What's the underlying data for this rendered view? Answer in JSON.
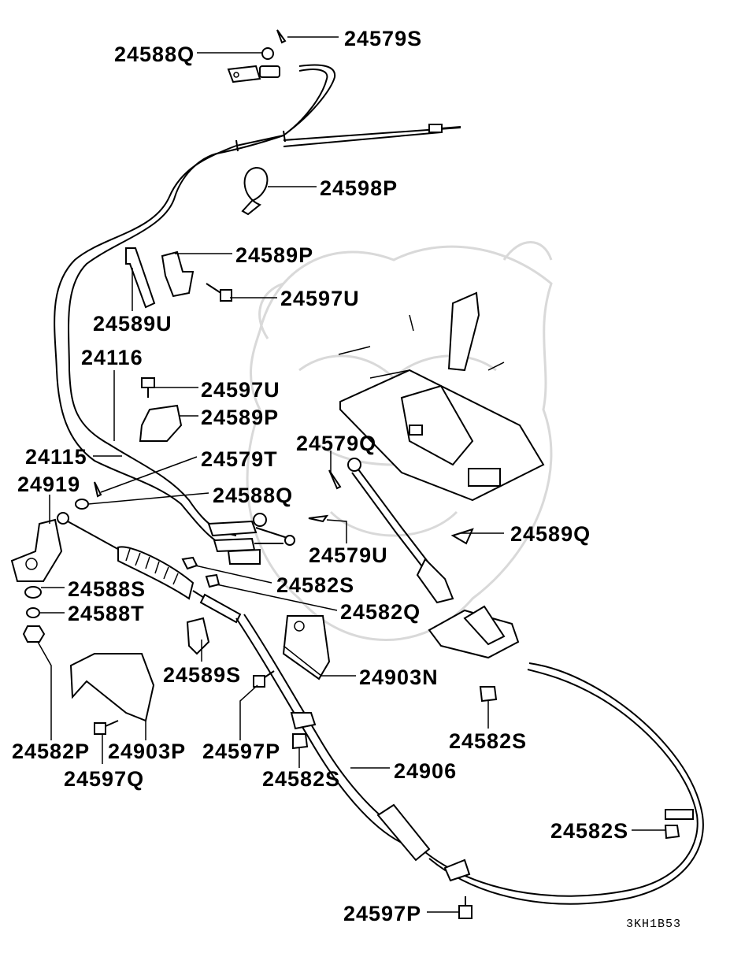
{
  "labels": {
    "l24579S": "24579S",
    "l24588Q_top": "24588Q",
    "l24598P": "24598P",
    "l24589P_top": "24589P",
    "l24597U_top": "24597U",
    "l24589U": "24589U",
    "l24116": "24116",
    "l24597U_mid": "24597U",
    "l24589P_mid": "24589P",
    "l24115": "24115",
    "l24579T": "24579T",
    "l24919": "24919",
    "l24588Q_mid": "24588Q",
    "l24579Q": "24579Q",
    "l24579U": "24579U",
    "l24589Q": "24589Q",
    "l24588S": "24588S",
    "l24582S_a": "24582S",
    "l24588T": "24588T",
    "l24582Q": "24582Q",
    "l24589S": "24589S",
    "l24903N": "24903N",
    "l24582P": "24582P",
    "l24903P": "24903P",
    "l24597P_a": "24597P",
    "l24582S_b": "24582S",
    "l24597Q": "24597Q",
    "l24582S_c": "24582S",
    "l24906": "24906",
    "l24582S_d": "24582S",
    "l24597P_b": "24597P"
  },
  "drawing_code": "3KH1B53"
}
